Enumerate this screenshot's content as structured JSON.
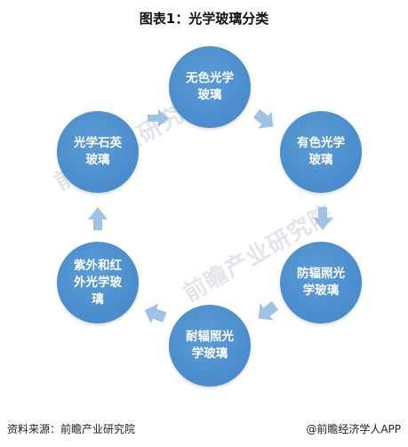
{
  "title": "图表1：光学玻璃分类",
  "nodes": [
    {
      "label": "无色光学\n玻璃"
    },
    {
      "label": "有色光学\n玻璃"
    },
    {
      "label": "防辐照光\n学玻璃"
    },
    {
      "label": "耐辐照光\n学玻璃"
    },
    {
      "label": "紫外和红\n外光学玻\n璃"
    },
    {
      "label": "光学石英\n玻璃"
    }
  ],
  "watermark": "前瞻产业研究院",
  "footer": {
    "source": "资料来源：前瞻产业研究院",
    "brand": "@前瞻经济学人APP"
  },
  "colors": {
    "node": "#4a8ccc",
    "arrow": "#9ec3e6"
  }
}
